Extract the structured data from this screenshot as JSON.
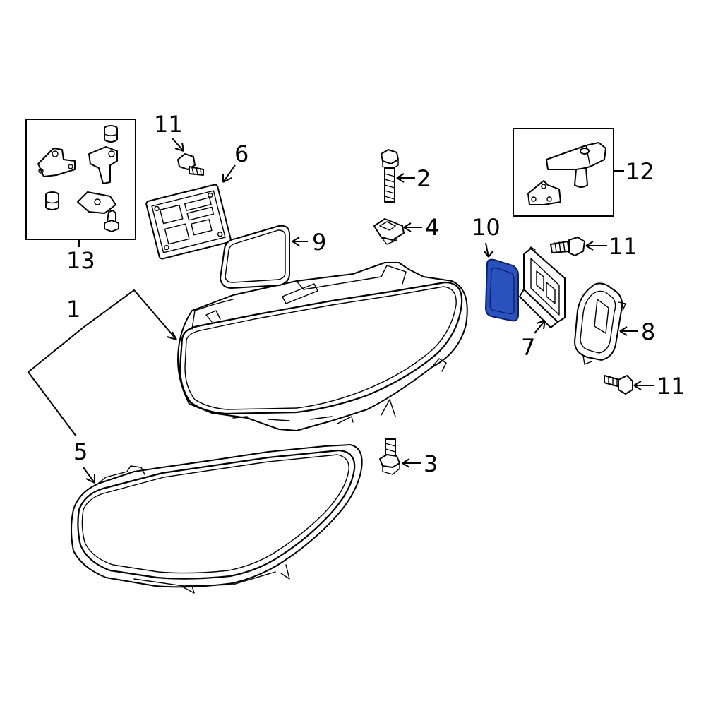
{
  "callouts": {
    "c1": "1",
    "c2": "2",
    "c3": "3",
    "c4": "4",
    "c5": "5",
    "c6": "6",
    "c7": "7",
    "c8": "8",
    "c9": "9",
    "c10": "10",
    "c11_top": "11",
    "c11_mid": "11",
    "c11_low": "11",
    "c12": "12",
    "c13": "13"
  },
  "highlight": {
    "part": "10",
    "fill": "#2a52be",
    "stroke": "#0b1f66"
  },
  "icons": {
    "headlamp_assembly": "headlamp-assembly-icon",
    "lens": "headlamp-lens-icon",
    "control_module": "control-module-icon",
    "gasket": "gasket-icon",
    "bolt": "bolt-icon",
    "nut": "u-nut-icon",
    "ballast": "ballast-icon",
    "housing_cover": "housing-cover-icon",
    "repair_kit": "repair-kit-icon"
  }
}
